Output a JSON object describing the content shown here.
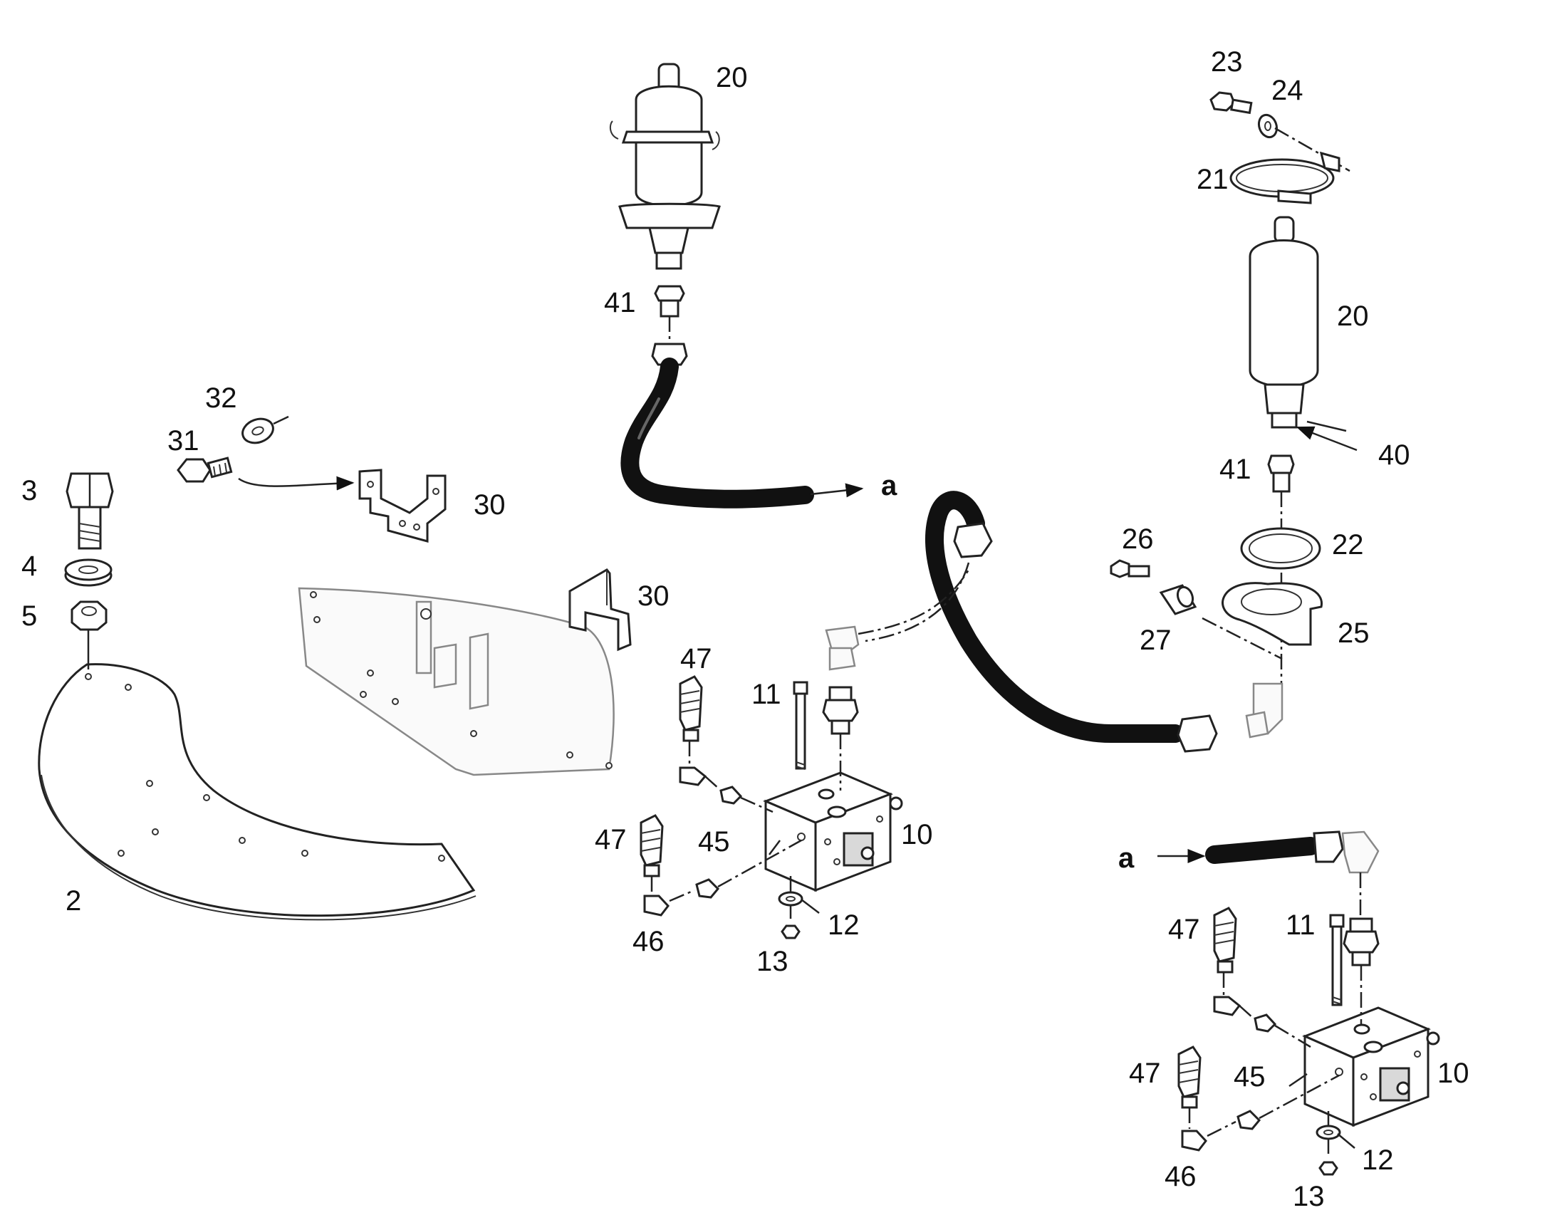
{
  "callouts": {
    "c2": "2",
    "c3": "3",
    "c4": "4",
    "c5": "5",
    "c10a": "10",
    "c10b": "10",
    "c11a": "11",
    "c11b": "11",
    "c12a": "12",
    "c12b": "12",
    "c13a": "13",
    "c13b": "13",
    "c20a": "20",
    "c20b": "20",
    "c21": "21",
    "c22": "22",
    "c23": "23",
    "c24": "24",
    "c25": "25",
    "c26": "26",
    "c27": "27",
    "c30a": "30",
    "c30b": "30",
    "c31": "31",
    "c32": "32",
    "c40": "40",
    "c41a": "41",
    "c41b": "41",
    "c45a": "45",
    "c45b": "45",
    "c46a": "46",
    "c46b": "46",
    "c47a": "47",
    "c47b": "47",
    "c47c": "47",
    "c47d": "47"
  },
  "references": {
    "a_out": "a",
    "a_in": "a"
  }
}
